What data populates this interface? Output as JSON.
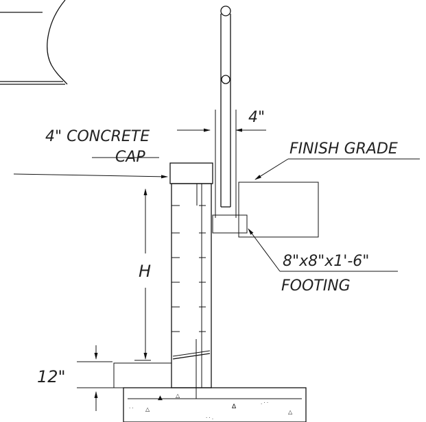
{
  "labels": {
    "cap_line1": "4\" CONCRETE",
    "cap_line2": "CAP",
    "post_dim": "4\"",
    "grade": "FINISH GRADE",
    "footing_line1": "8\"x8\"x1'-6\"",
    "footing_line2": "FOOTING",
    "height": "H",
    "base_dim": "12\""
  }
}
